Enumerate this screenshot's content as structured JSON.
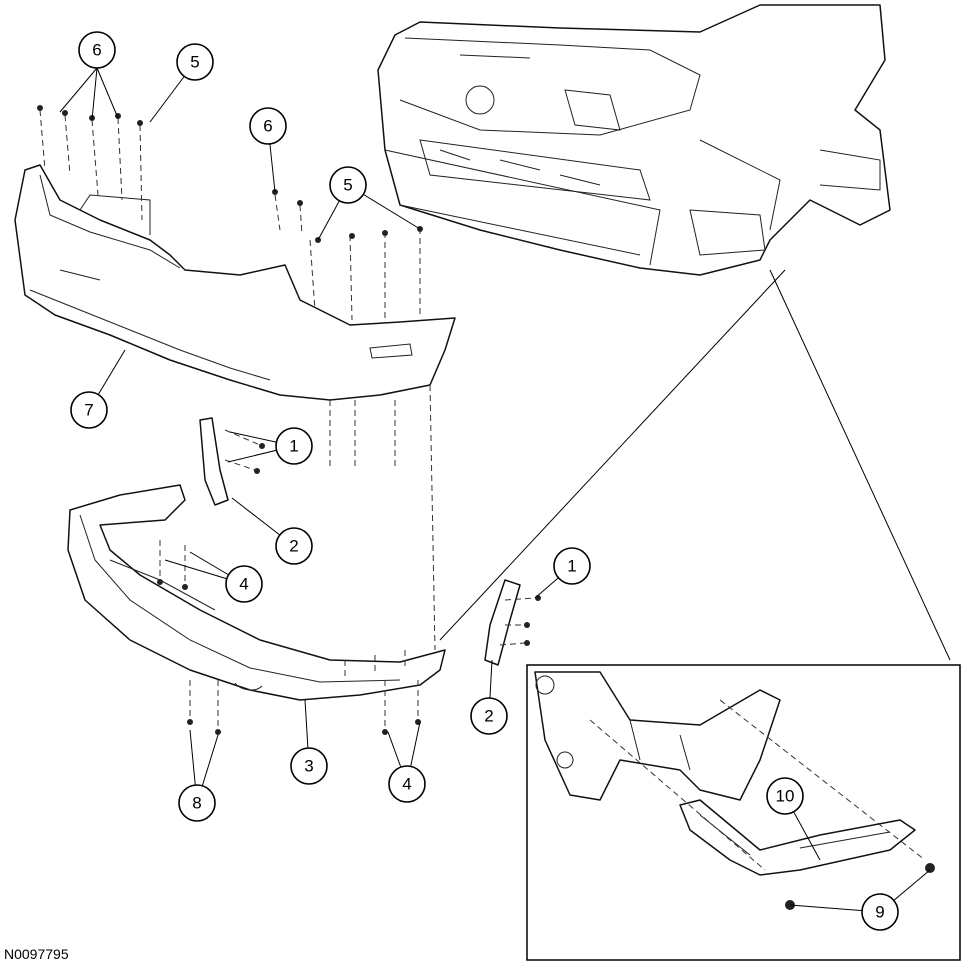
{
  "figure_id": "N0097795",
  "callouts": {
    "c6a": "6",
    "c5a": "5",
    "c6b": "6",
    "c5b": "5",
    "c7": "7",
    "c1a": "1",
    "c2a": "2",
    "c4a": "4",
    "c1b": "1",
    "c2b": "2",
    "c3": "3",
    "c4b": "4",
    "c8": "8",
    "c10": "10",
    "c9": "9"
  }
}
